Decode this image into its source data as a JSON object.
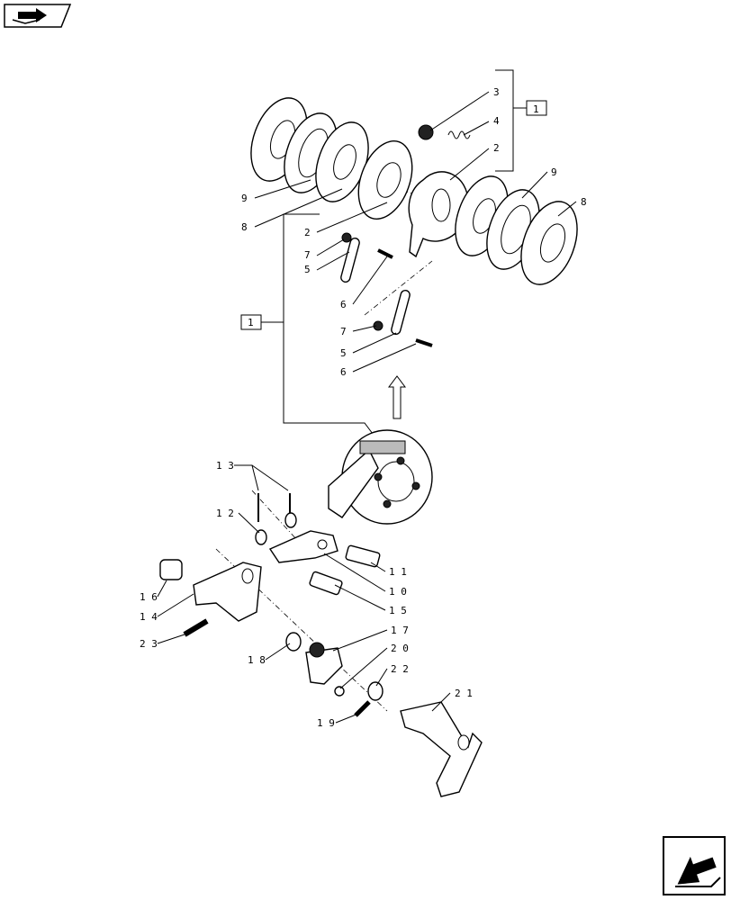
{
  "labels": {
    "l1a": "1",
    "l1b": "1",
    "l2a": "2",
    "l2b": "2",
    "l3": "3",
    "l4": "4",
    "l5a": "5",
    "l5b": "5",
    "l6a": "6",
    "l6b": "6",
    "l7a": "7",
    "l7b": "7",
    "l8a": "8",
    "l8b": "8",
    "l9a": "9",
    "l9b": "9",
    "l10": "1 0",
    "l11": "1 1",
    "l12": "1 2",
    "l13": "1 3",
    "l14": "1 4",
    "l15": "1 5",
    "l16": "1 6",
    "l17": "1 7",
    "l18": "1 8",
    "l19": "1 9",
    "l20": "2 0",
    "l21": "2 1",
    "l22": "2 2",
    "l23": "2 3"
  },
  "icons": {
    "top_left": "book-arrow-icon",
    "bottom_right": "next-page-arrow-icon"
  }
}
